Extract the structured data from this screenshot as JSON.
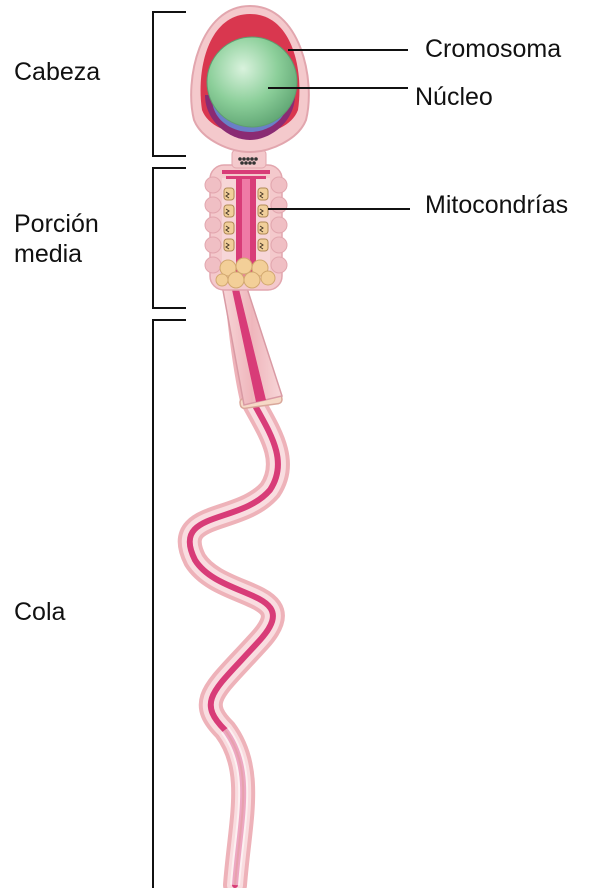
{
  "regions": {
    "head": "Cabeza",
    "midpiece_line1": "Porción",
    "midpiece_line2": "media",
    "tail": "Cola"
  },
  "callouts": {
    "chromosome": "Cromosoma",
    "nucleus": "Núcleo",
    "mitochondria": "Mitocondrías"
  },
  "colors": {
    "membrane": "#f4c9cc",
    "acrosome": "#d9374f",
    "nucleus": "#8ccf9a",
    "chromatin": "#7b2a6b",
    "centriole_blue": "#6a7fc8",
    "axoneme": "#d83c78",
    "mitochondria": "#f1cf9a"
  }
}
